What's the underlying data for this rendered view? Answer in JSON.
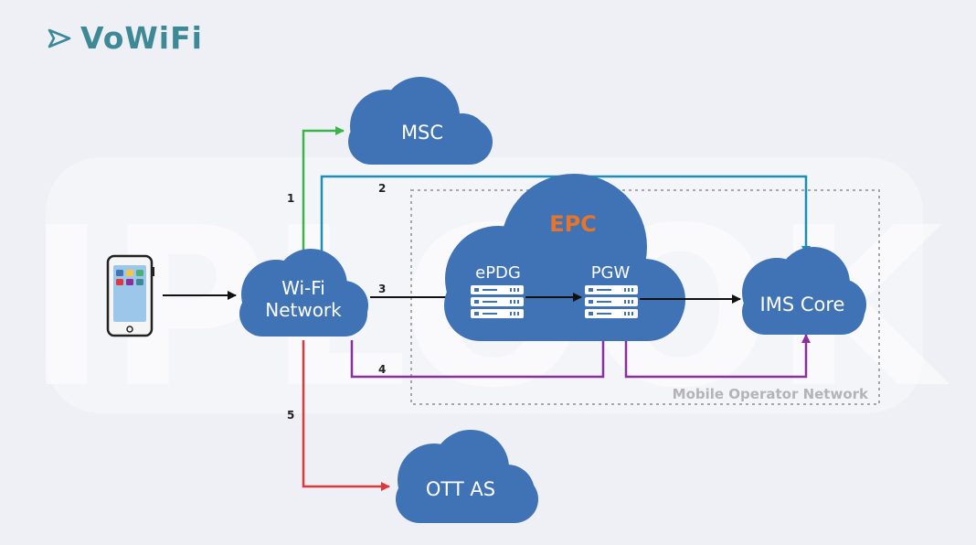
{
  "title": "VoWiFi",
  "watermark": "IPLOOK",
  "nodes": {
    "msc": "MSC",
    "wifi_line1": "Wi-Fi",
    "wifi_line2": "Network",
    "epc": "EPC",
    "epdg": "ePDG",
    "pgw": "PGW",
    "ims": "IMS Core",
    "ott": "OTT AS"
  },
  "boundary_label": "Mobile Operator Network",
  "paths": [
    "1",
    "2",
    "3",
    "4",
    "5"
  ],
  "colors": {
    "title": "#3d8a96",
    "cloud": "#3f73b5",
    "epc_label": "#e8742a",
    "path_1": "#3cb44b",
    "path_2": "#1e8fb4",
    "path_3": "#111111",
    "path_4": "#8a2f9c",
    "path_5": "#e0383a"
  }
}
